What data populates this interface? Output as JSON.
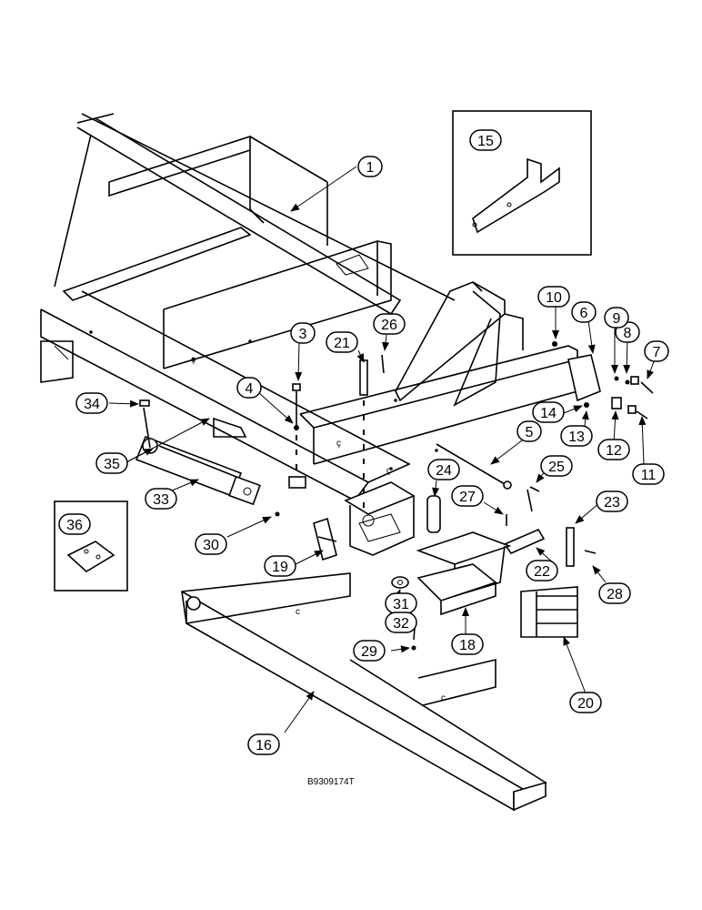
{
  "callouts": [
    {
      "id": "c1",
      "label": "1"
    },
    {
      "id": "c3",
      "label": "3"
    },
    {
      "id": "c4",
      "label": "4"
    },
    {
      "id": "c5",
      "label": "5"
    },
    {
      "id": "c6",
      "label": "6"
    },
    {
      "id": "c7",
      "label": "7"
    },
    {
      "id": "c8",
      "label": "8"
    },
    {
      "id": "c9",
      "label": "9"
    },
    {
      "id": "c10",
      "label": "10"
    },
    {
      "id": "c11",
      "label": "11"
    },
    {
      "id": "c12",
      "label": "12"
    },
    {
      "id": "c13",
      "label": "13"
    },
    {
      "id": "c14",
      "label": "14"
    },
    {
      "id": "c15",
      "label": "15"
    },
    {
      "id": "c16",
      "label": "16"
    },
    {
      "id": "c18",
      "label": "18"
    },
    {
      "id": "c19",
      "label": "19"
    },
    {
      "id": "c20",
      "label": "20"
    },
    {
      "id": "c21",
      "label": "21"
    },
    {
      "id": "c22",
      "label": "22"
    },
    {
      "id": "c23",
      "label": "23"
    },
    {
      "id": "c24",
      "label": "24"
    },
    {
      "id": "c25",
      "label": "25"
    },
    {
      "id": "c26",
      "label": "26"
    },
    {
      "id": "c27",
      "label": "27"
    },
    {
      "id": "c28",
      "label": "28"
    },
    {
      "id": "c29",
      "label": "29"
    },
    {
      "id": "c30",
      "label": "30"
    },
    {
      "id": "c31",
      "label": "31"
    },
    {
      "id": "c32",
      "label": "32"
    },
    {
      "id": "c33",
      "label": "33"
    },
    {
      "id": "c34",
      "label": "34"
    },
    {
      "id": "c35",
      "label": "35"
    },
    {
      "id": "c36",
      "label": "36"
    }
  ],
  "reference_code": "B9309174T"
}
